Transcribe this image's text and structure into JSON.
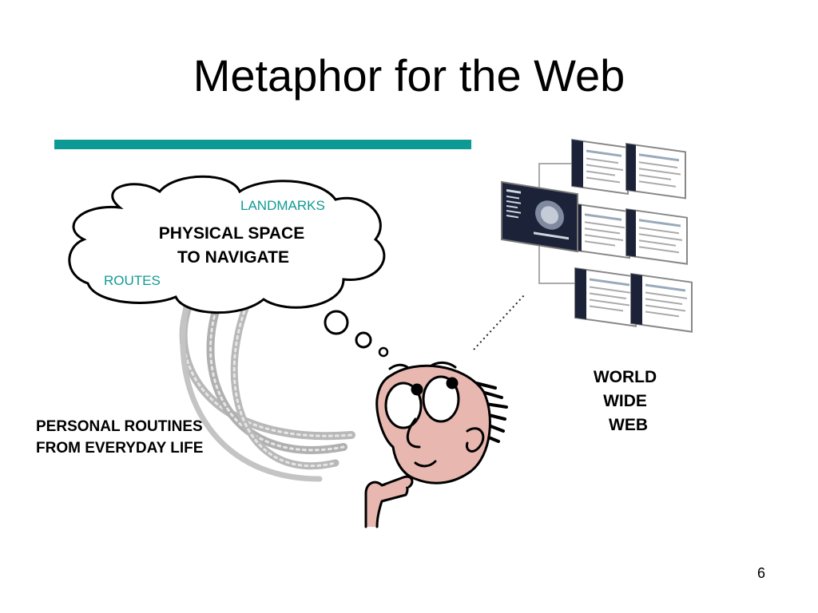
{
  "slide": {
    "title": "Metaphor for the Web",
    "page_number": "6"
  },
  "thought_cloud": {
    "main_line1": "PHYSICAL SPACE",
    "main_line2": "TO NAVIGATE",
    "landmarks": "LANDMARKS",
    "routes": "ROUTES"
  },
  "captions": {
    "personal_line1": "PERSONAL ROUTINES",
    "personal_line2": "FROM EVERYDAY LIFE",
    "www_line1": "WORLD",
    "www_line2": "WIDE",
    "www_line3": "WEB"
  },
  "colors": {
    "accent_teal": "#0e9a94",
    "label_teal": "#109a93",
    "skin": "#e8b8b0",
    "screen_dark": "#1c2338"
  }
}
